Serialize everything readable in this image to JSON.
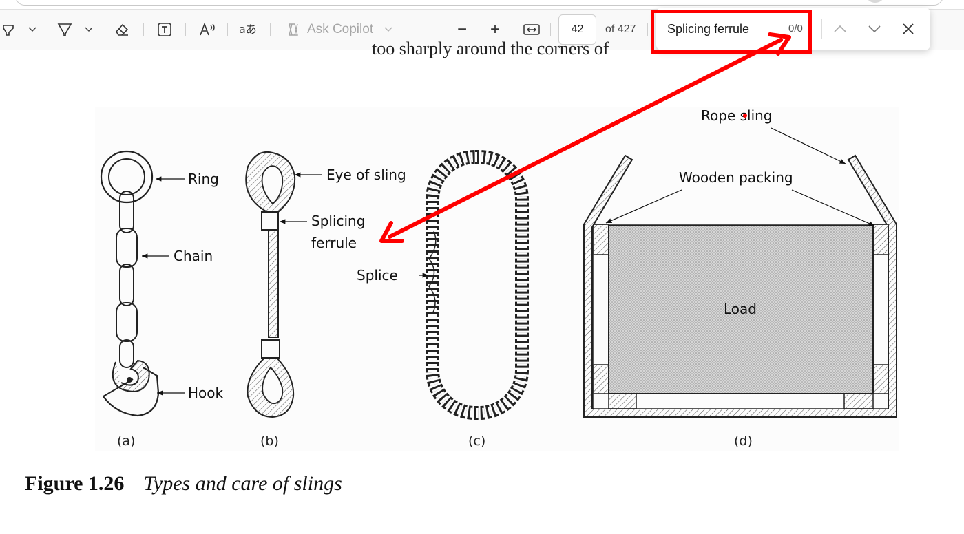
{
  "toolbar": {
    "tools": [
      {
        "name": "highlight-tool-icon"
      },
      {
        "name": "draw-tool-icon"
      },
      {
        "name": "eraser-icon"
      },
      {
        "name": "text-box-icon"
      },
      {
        "name": "read-aloud-icon"
      },
      {
        "name": "translate-icon"
      }
    ],
    "ask_copilot_label": "Ask Copilot",
    "zoom_out_label": "−",
    "zoom_in_label": "+",
    "page_number": "42",
    "page_total": "of 427"
  },
  "find": {
    "query": "Splicing ferrule",
    "count": "0/0"
  },
  "document": {
    "cutoff_text": "too sharply around the corners of",
    "figure_labels": {
      "ring": "Ring",
      "chain": "Chain",
      "hook": "Hook",
      "eye_of_sling": "Eye of sling",
      "splicing": "Splicing",
      "ferrule": "ferrule",
      "splice": "Splice",
      "rope_sling": "Rope sling",
      "wooden_packing": "Wooden packing",
      "load": "Load"
    },
    "subfig_captions": [
      "(a)",
      "(b)",
      "(c)",
      "(d)"
    ],
    "caption_number": "Figure 1.26",
    "caption_title": "Types and care of slings"
  },
  "annotation": {
    "color": "#ff0000"
  }
}
